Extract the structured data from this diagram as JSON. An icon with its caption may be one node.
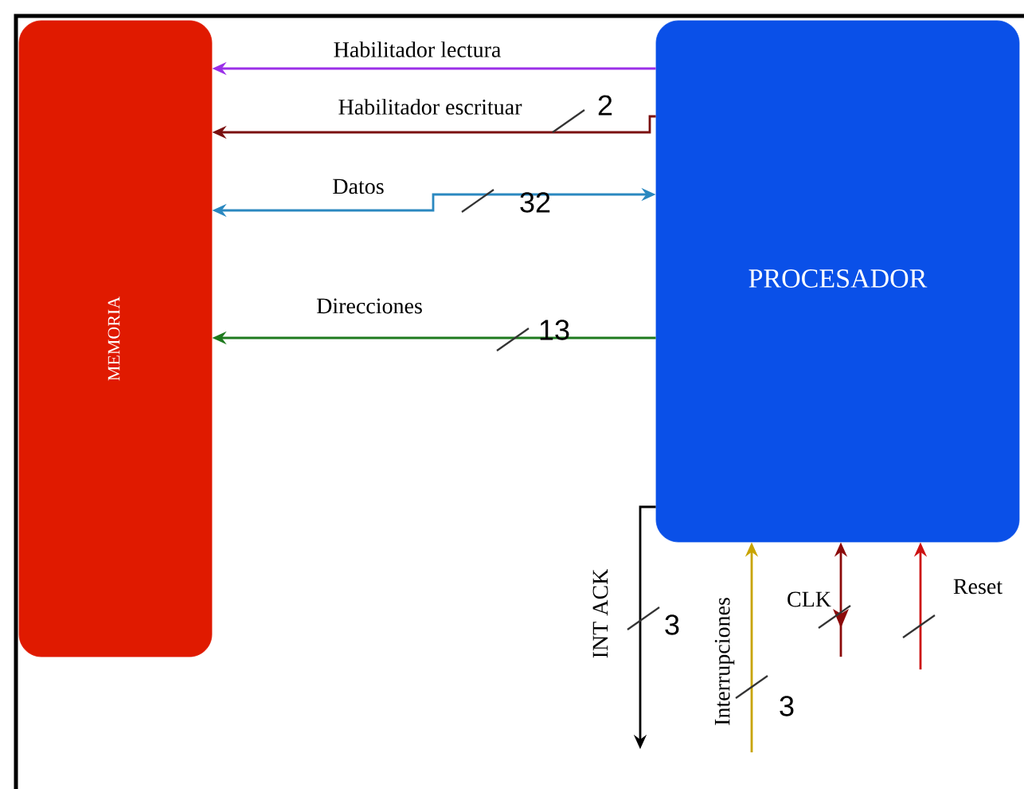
{
  "diagram": {
    "nodes": [
      {
        "text": [
          "MEMORIA"
        ]
      },
      {
        "text": [
          "PROCESADOR"
        ]
      }
    ],
    "edges": [
      {
        "from": 1,
        "to": 0,
        "arrow": "to",
        "label": "Habilitador lectura",
        "color": "#9b30e8"
      },
      {
        "from": 1,
        "to": 0,
        "arrow": "to",
        "label": "Habilitador escrituar",
        "color": "#7a1010"
      },
      {
        "from": 1,
        "to": 0,
        "arrow": "both",
        "label": "Datos",
        "color": "#2a88c0"
      },
      {
        "from": 1,
        "to": 0,
        "arrow": "to",
        "label": "Direcciones",
        "color": "#1e7a1e"
      },
      {
        "from": 1,
        "to": null,
        "arrow": "to",
        "label": "INT ACK",
        "color": "#000000"
      },
      {
        "from": null,
        "to": 1,
        "arrow": "to",
        "label": "Interrupciones",
        "color": "#c8a400"
      },
      {
        "from": null,
        "to": 1,
        "arrow": "to",
        "label": "CLK",
        "color": "#8b0a0a"
      },
      {
        "from": null,
        "to": 1,
        "arrow": "to",
        "label": "Reset",
        "color": "#cc1010"
      }
    ],
    "labels": [
      "2",
      "32",
      "13",
      "3",
      "3"
    ]
  }
}
